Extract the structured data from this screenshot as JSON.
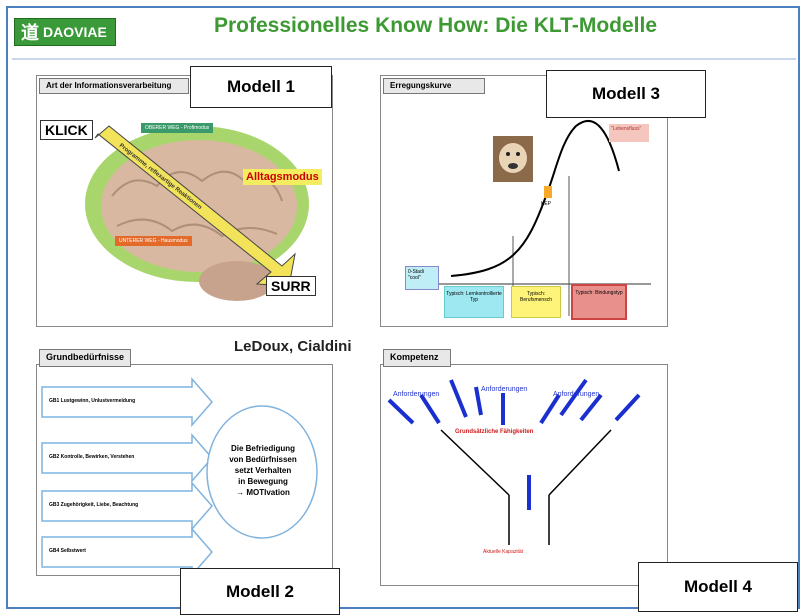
{
  "header": {
    "logo_text": "DAOVIAE",
    "logo_glyph": "道",
    "title": "Professionelles Know How: Die KLT-Modelle"
  },
  "labels": {
    "modell1": "Modell 1",
    "modell2": "Modell 2",
    "modell3": "Modell 3",
    "modell4": "Modell 4",
    "authors": "LeDoux, Cialdini"
  },
  "panel1": {
    "tab": "Art der Informationsverarbeitung",
    "klick": "KLICK",
    "surr": "SURR",
    "oberer": "OBERER WEG - Profimodus",
    "alltag": "Alltagsmodus",
    "unterer": "UNTERER WEG - Hausmodus",
    "arrow_text": "Programme, reflexartige Reaktionen"
  },
  "panel2": {
    "tab": "Grundbedürfnisse",
    "items": [
      "GB1  Lustgewinn, Unlustvermeidung",
      "GB2  Kontrolle, Bewirken, Verstehen",
      "GB3  Zugehörigkeit, Liebe, Beachtung",
      "GB4  Selbstwert"
    ],
    "circle_lines": [
      "Die Befriedigung",
      "von Bedürfnissen",
      "setzt Verhalten",
      "in Bewegung",
      "→ MOTIvation"
    ]
  },
  "panel3": {
    "tab": "Erregungskurve",
    "start": "0-Stadi \"cool\"",
    "top": "\"Lebensfluss\"",
    "kep": "KEP",
    "zone1": "Typisch: Lernkontrollierte Typ",
    "zone2": "Typisch: Berufsmensch",
    "zone3": "Typisch: Bindungstyp",
    "colors": {
      "zone1": "#9ee8f2",
      "zone2": "#fff47a",
      "zone3": "#e8908c",
      "top": "#f5c6bd"
    }
  },
  "panel4": {
    "tab": "Kompetenz",
    "anf1": "Anforderungen",
    "anf2": "Anforderungen",
    "anf3": "Anforderungen",
    "grund": "Grundsätzliche Fähigkeiten",
    "aktuell": "Aktuelle Kapazität"
  }
}
